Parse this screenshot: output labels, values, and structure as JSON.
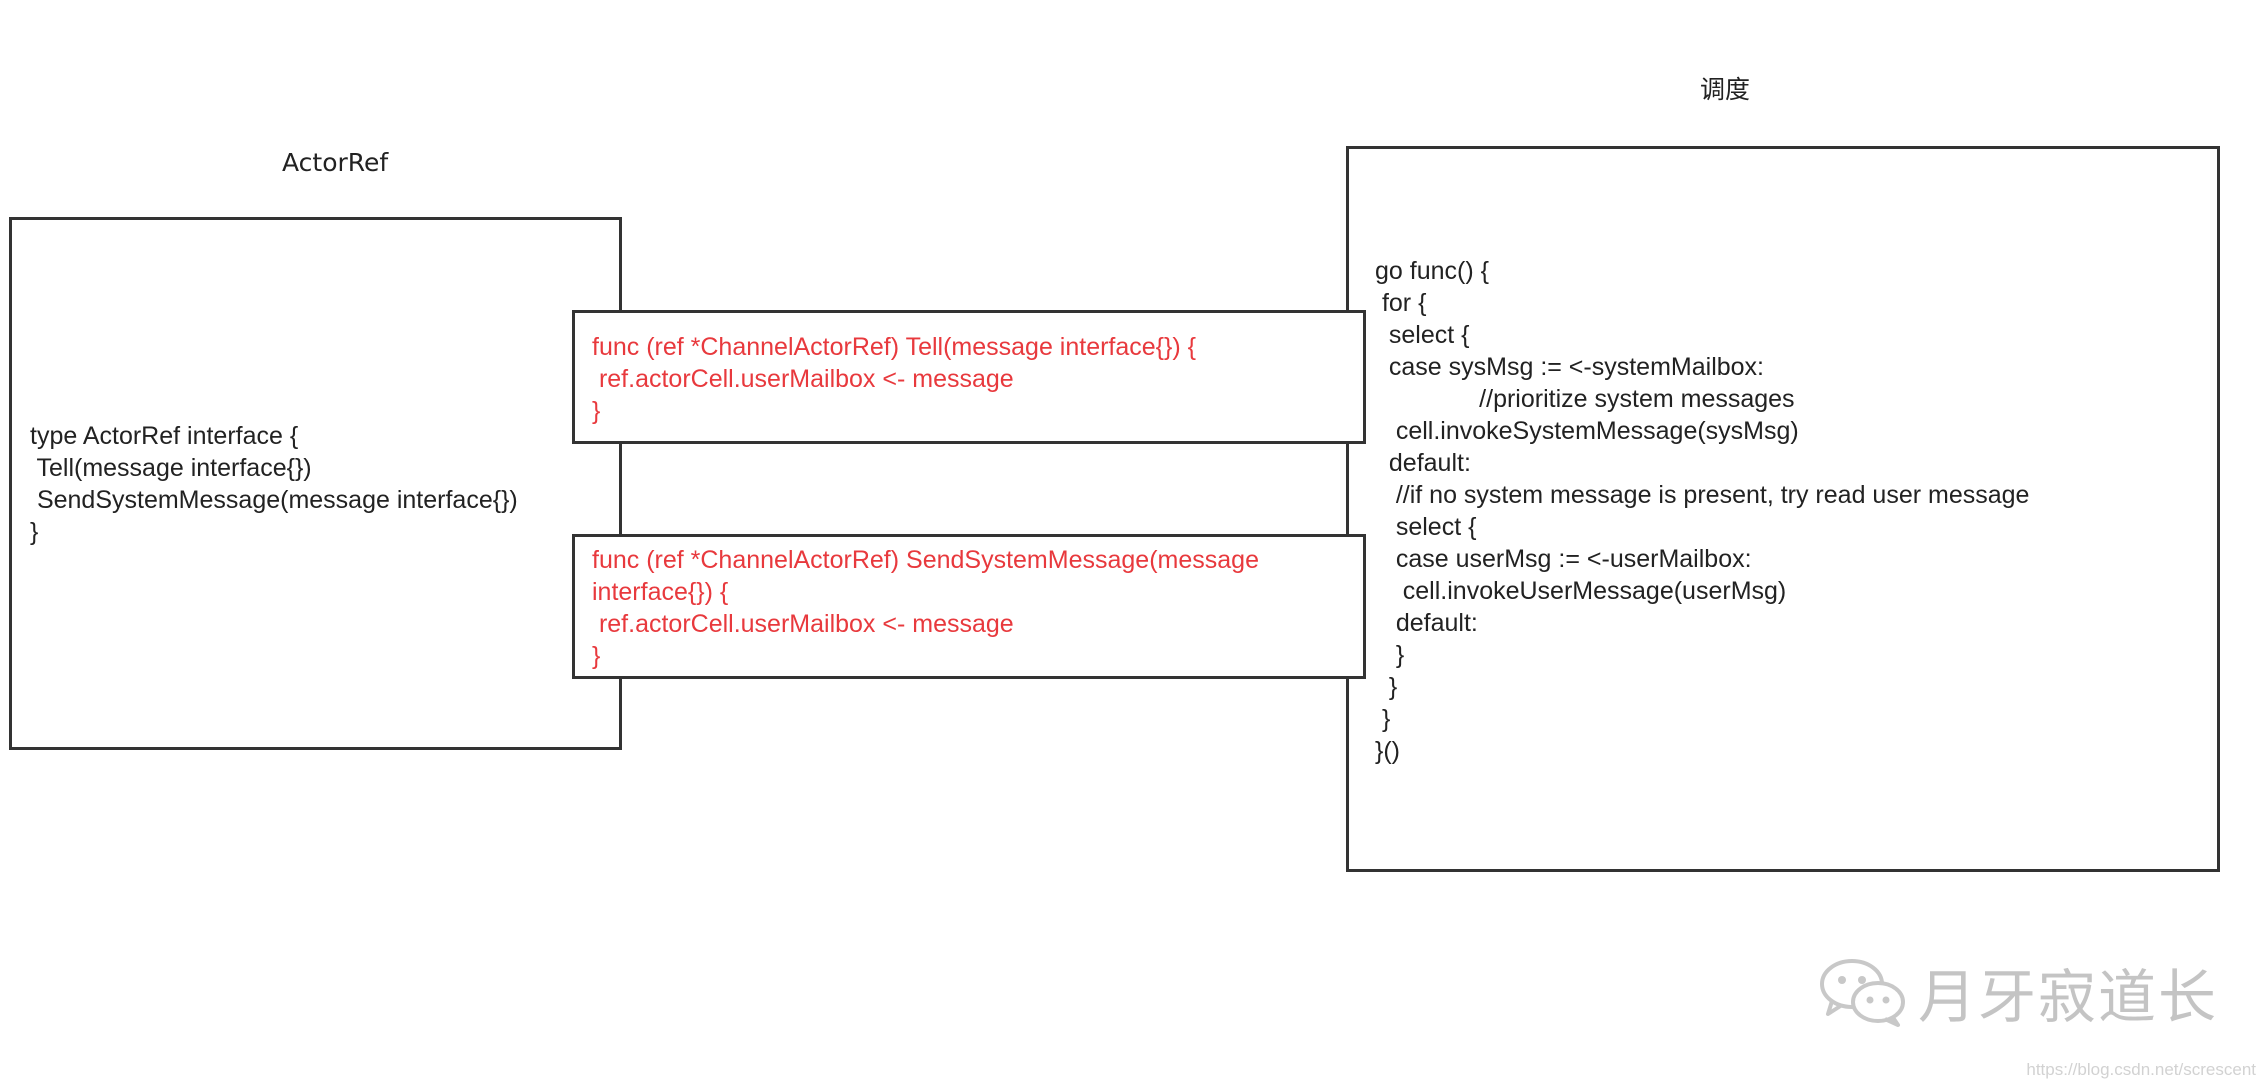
{
  "actorref": {
    "title": "ActorRef",
    "code": [
      "type ActorRef interface {",
      " Tell(message interface{})",
      " SendSystemMessage(message interface{})",
      "}"
    ]
  },
  "scheduler": {
    "title": "调度",
    "code": [
      "go func() {",
      " for {",
      "  select {",
      "  case sysMsg := <-systemMailbox:",
      "               //prioritize system messages",
      "   cell.invokeSystemMessage(sysMsg)",
      "  default:",
      "   //if no system message is present, try read user message",
      "   select {",
      "   case userMsg := <-userMailbox:",
      "    cell.invokeUserMessage(userMsg)",
      "   default:",
      "   }",
      "  }",
      " }",
      "}()"
    ]
  },
  "tell_impl": {
    "code": [
      "func (ref *ChannelActorRef) Tell(message interface{}) {",
      " ref.actorCell.userMailbox <- message",
      "}"
    ]
  },
  "send_impl": {
    "code": [
      "func (ref *ChannelActorRef) SendSystemMessage(message",
      "interface{}) {",
      " ref.actorCell.userMailbox <- message",
      "}"
    ]
  },
  "watermark": {
    "text": "月牙寂道长",
    "url": "https://blog.csdn.net/screscent"
  },
  "colors": {
    "highlight_code": "#e8393d",
    "border": "#333333",
    "text": "#222222"
  },
  "icons": {
    "watermark_icon": "wechat-icon"
  }
}
